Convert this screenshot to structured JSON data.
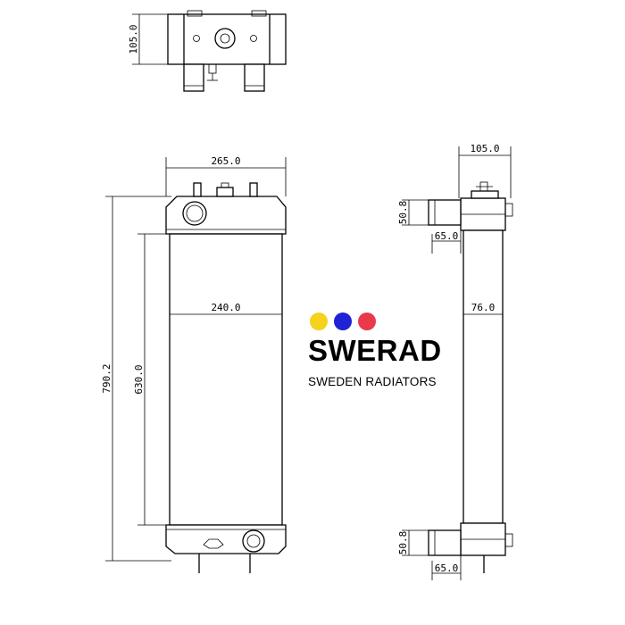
{
  "dimensions": {
    "top_depth": "105.0",
    "overall_width": "265.0",
    "core_width": "240.0",
    "overall_height": "790.2",
    "core_height": "630.0",
    "side_depth": "105.0",
    "inlet_diameter": "50.8",
    "inlet_offset": "65.0",
    "core_depth": "76.0",
    "outlet_diameter": "50.8",
    "outlet_offset": "65.0"
  },
  "brand": {
    "name": "SWERAD",
    "tagline": "SWEDEN RADIATORS",
    "dot_colors": [
      "#f5d21b",
      "#1f22d6",
      "#e83a4b"
    ]
  }
}
